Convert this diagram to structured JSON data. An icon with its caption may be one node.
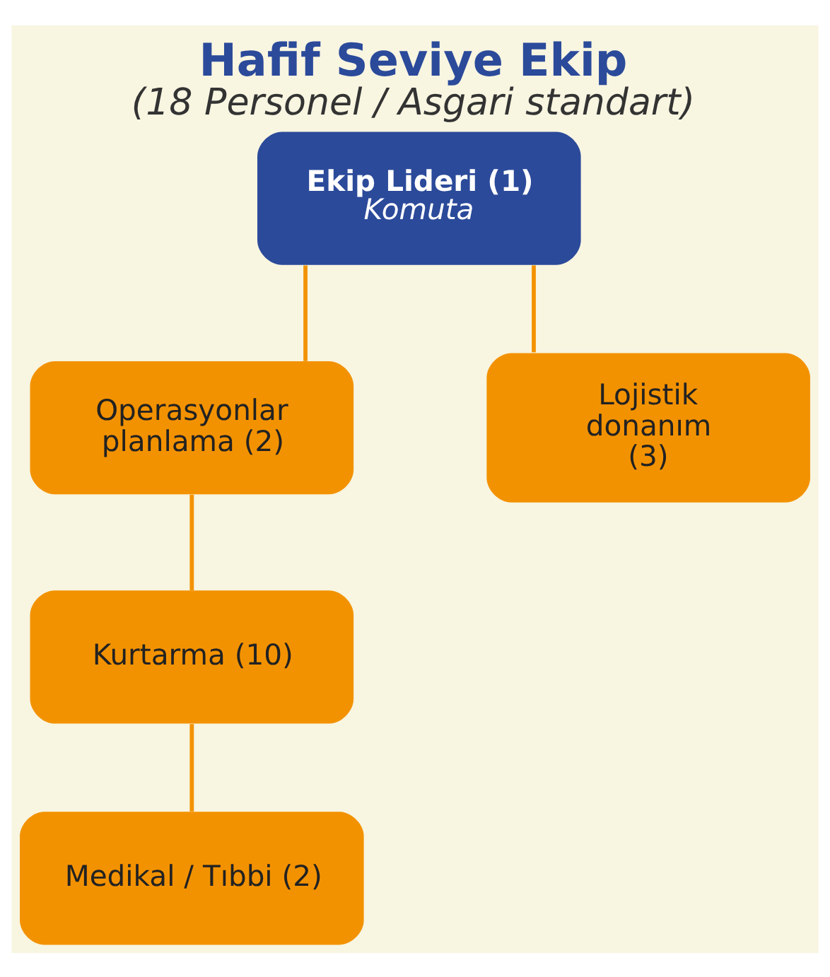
{
  "diagram": {
    "title": "Hafif Seviye Ekip",
    "caption": "(18 Personel / Asgari standart)",
    "nodes": [
      {
        "text": [
          "Ekip Lideri (1)",
          "Komuta"
        ]
      },
      {
        "text": [
          "Operasyonlar planlama (2)"
        ]
      },
      {
        "text": [
          "Lojistik donanım (3)"
        ]
      },
      {
        "text": [
          "Kurtarma (10)"
        ]
      },
      {
        "text": [
          "Medikal / Tıbbi (2)"
        ]
      }
    ],
    "edges": [
      {
        "from": 0,
        "to": 1,
        "arrow": "none"
      },
      {
        "from": 0,
        "to": 2,
        "arrow": "none"
      },
      {
        "from": 1,
        "to": 3,
        "arrow": "none"
      },
      {
        "from": 3,
        "to": 4,
        "arrow": "none"
      }
    ]
  }
}
